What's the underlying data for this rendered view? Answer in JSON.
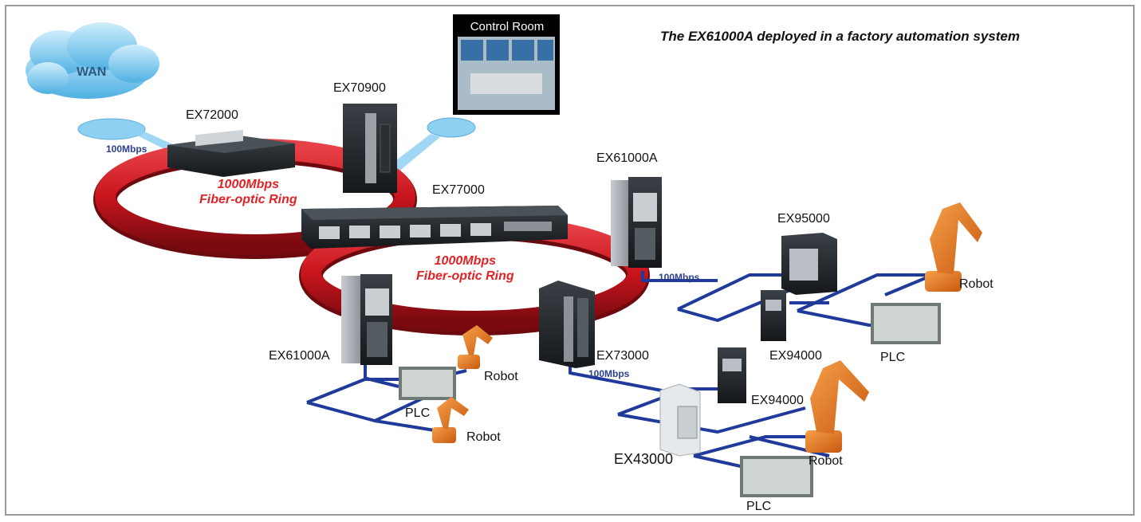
{
  "title": "The EX61000A deployed in a factory automation system",
  "wan": "WAN",
  "control_room": "Control Room",
  "rings": [
    {
      "line1": "1000Mbps",
      "line2": "Fiber-optic Ring"
    },
    {
      "line1": "1000Mbps",
      "line2": "Fiber-optic Ring"
    }
  ],
  "speeds": [
    "100Mbps",
    "100Mbps",
    "100Mbps"
  ],
  "devices": {
    "ex72000": "EX72000",
    "ex70900": "EX70900",
    "ex77000": "EX77000",
    "ex61000a_right": "EX61000A",
    "ex61000a_left": "EX61000A",
    "ex95000": "EX95000",
    "ex73000": "EX73000",
    "ex94000_a": "EX94000",
    "ex94000_b": "EX94000",
    "ex43000": "EX43000"
  },
  "endpoints": {
    "robot_1": "Robot",
    "robot_2": "Robot",
    "robot_3": "Robot",
    "robot_4": "Robot",
    "plc_1": "PLC",
    "plc_2": "PLC",
    "plc_3": "PLC"
  },
  "colors": {
    "ring": "#c8141c",
    "link": "#1f3a9a",
    "switch": "#1e2226",
    "robot": "#e8781f",
    "cloud": "#6fc0ea"
  }
}
